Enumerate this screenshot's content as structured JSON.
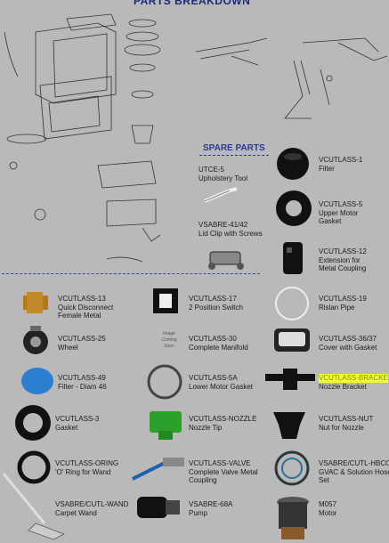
{
  "header": {
    "title": "PARTS BREAKDOWN"
  },
  "spare": {
    "title": "SPARE PARTS"
  },
  "parts": [
    {
      "code": "UTCE-5",
      "label": "Upholstery Tool"
    },
    {
      "code": "VCUTLASS-1",
      "label": "Filter"
    },
    {
      "code": "VSABRE-41/42",
      "label": "Lid Clip with Screws"
    },
    {
      "code": "VCUTLASS-5",
      "label": "Upper Motor\nGasket"
    },
    {
      "code": "VCUTLASS-12",
      "label": "Extension for\nMetal Coupling"
    },
    {
      "code": "VCUTLASS-13",
      "label": "Quick Disconnect\nFemale Metal"
    },
    {
      "code": "VCUTLASS-17",
      "label": "2 Position Switch"
    },
    {
      "code": "VCUTLASS-19",
      "label": "Rislan Pipe"
    },
    {
      "code": "VCUTLASS-25",
      "label": "Wheel"
    },
    {
      "code": "VCUTLASS-30",
      "label": "Complete Manifold"
    },
    {
      "code": "VCUTLASS-36/37",
      "label": "Cover with Gasket"
    },
    {
      "code": "VCUTLASS-49",
      "label": "Filter - Diam 46"
    },
    {
      "code": "VCUTLASS-5A",
      "label": "Lower Motor Gasket"
    },
    {
      "code": "VCUTLASS-BRACKE",
      "label": "Nozzle Bracket"
    },
    {
      "code": "VCUTLASS-3",
      "label": "Gasket"
    },
    {
      "code": "VCUTLASS-NOZZLE",
      "label": "Nozzle Tip"
    },
    {
      "code": "VCUTLASS-NUT",
      "label": "Nut for Nozzle"
    },
    {
      "code": "VCUTLASS-ORING",
      "label": "'O' Ring for Wand"
    },
    {
      "code": "VCUTLASS-VALVE",
      "label": "Complete Valve Metal\nCoupling"
    },
    {
      "code": "VSABRE/CUTL-HBCOMP",
      "label": "GVAC & Solution Hose\nSet"
    },
    {
      "code": "VSABRE/CUTL-WAND",
      "label": "Carpet Wand"
    },
    {
      "code": "VSABRE-68A",
      "label": "Pump"
    },
    {
      "code": "M057",
      "label": "Motor"
    }
  ],
  "placeholder": {
    "text": "Image\nComing\nSoon"
  },
  "icons": [
    "hose-tool-icon",
    "filter-icon",
    "lid-clip-icon",
    "gasket-icon",
    "extension-icon",
    "coupling-icon",
    "switch-icon",
    "pipe-icon",
    "wheel-icon",
    "placeholder-icon",
    "cover-icon",
    "sponge-filter-icon",
    "ring-icon",
    "bracket-icon",
    "nozzle-tip-icon",
    "nut-icon",
    "oring-icon",
    "valve-icon",
    "hose-icon",
    "wand-icon",
    "pump-icon",
    "motor-icon"
  ],
  "colors": {
    "background": "#b9b9b9",
    "accent": "#2a3a9a",
    "highlight": "#f2ff3a"
  }
}
